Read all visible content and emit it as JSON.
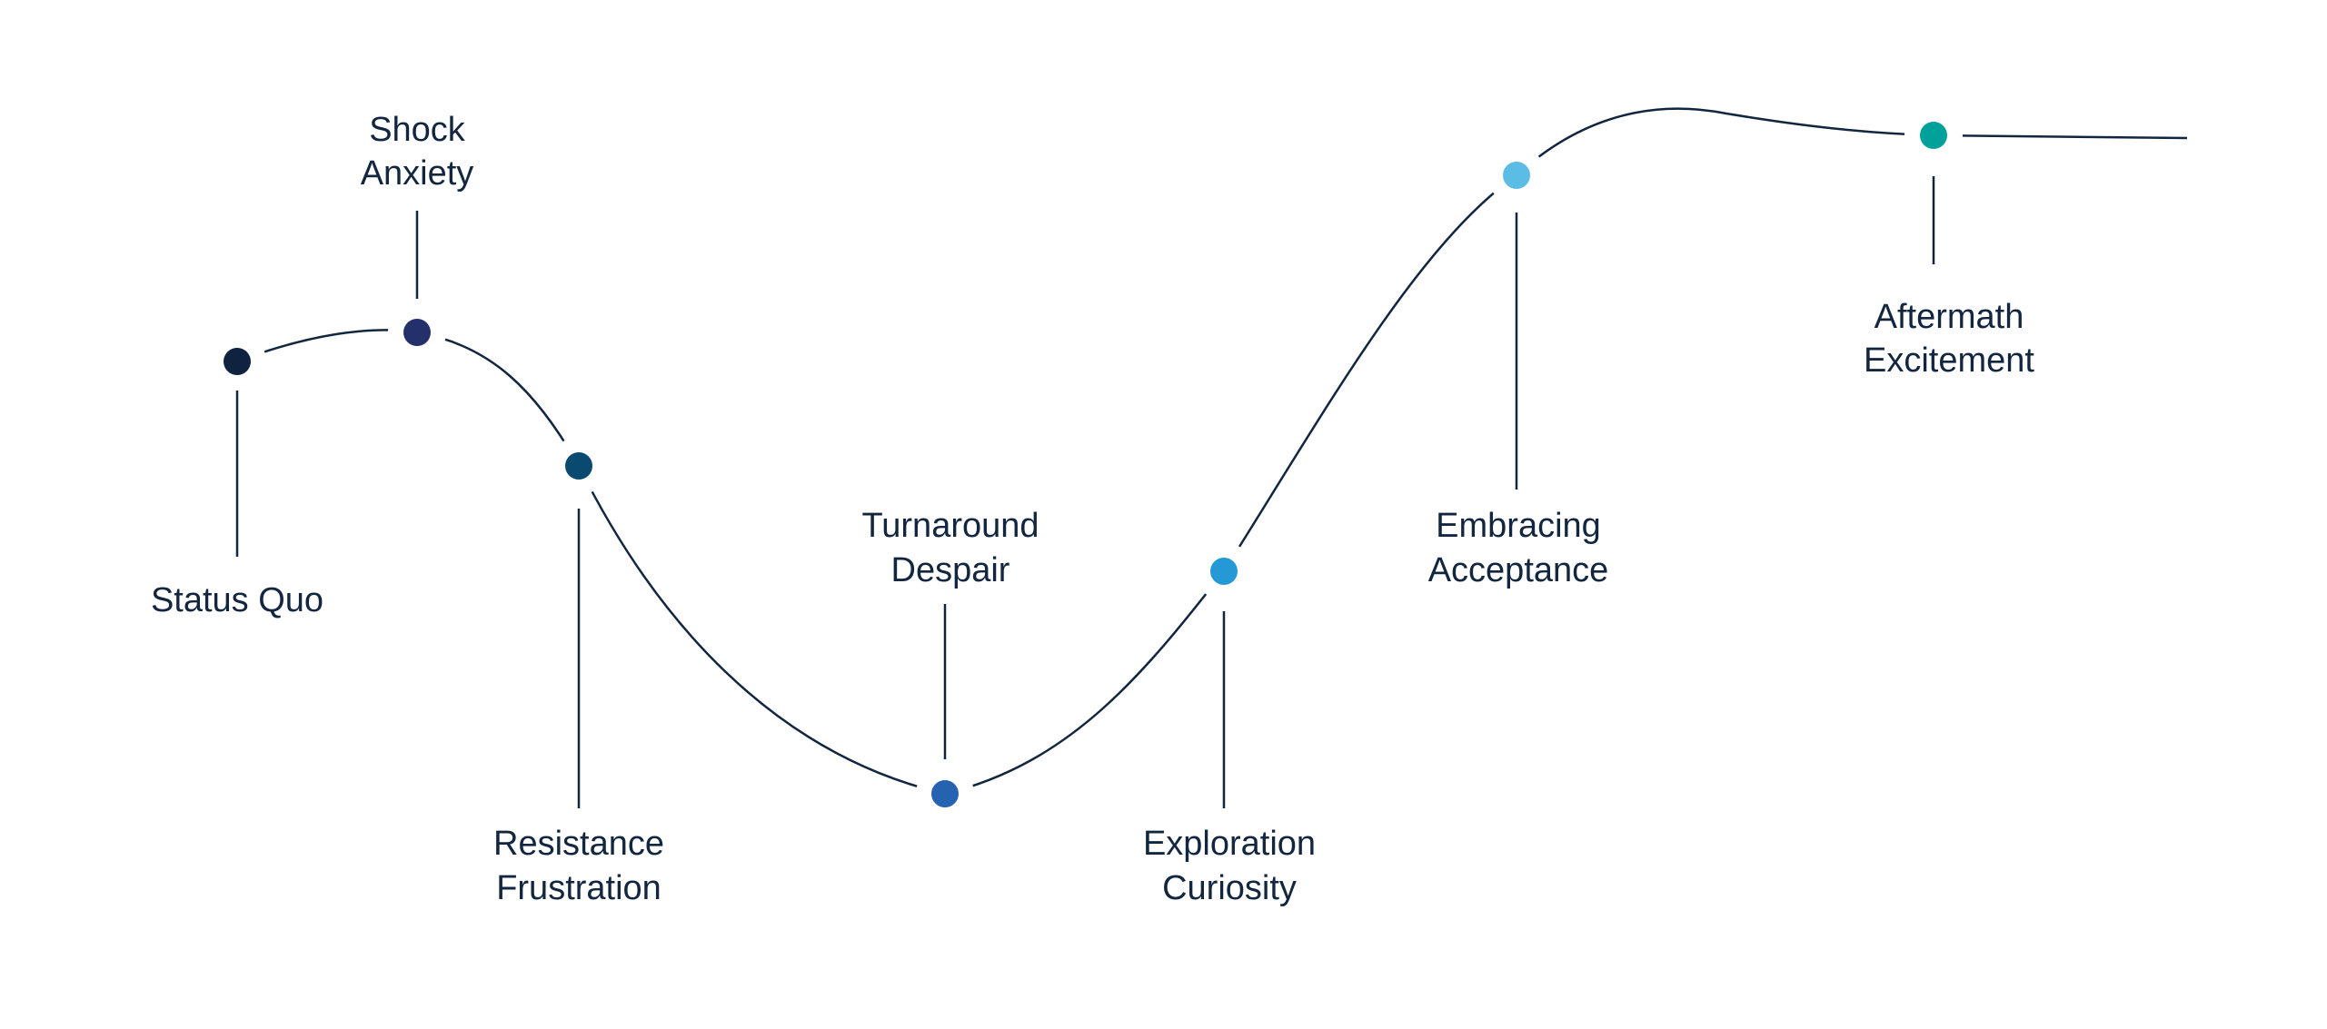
{
  "stages": [
    {
      "line1": "Status Quo",
      "line2": "",
      "color": "#0f2340"
    },
    {
      "line1": "Shock",
      "line2": "Anxiety",
      "color": "#24306a"
    },
    {
      "line1": "Resistance",
      "line2": "Frustration",
      "color": "#0b4a70"
    },
    {
      "line1": "Turnaround",
      "line2": "Despair",
      "color": "#2563b0"
    },
    {
      "line1": "Exploration",
      "line2": "Curiosity",
      "color": "#2499d6"
    },
    {
      "line1": "Embracing",
      "line2": "Acceptance",
      "color": "#5bbde6"
    },
    {
      "line1": "Aftermath",
      "line2": "Excitement",
      "color": "#00a19a"
    }
  ]
}
